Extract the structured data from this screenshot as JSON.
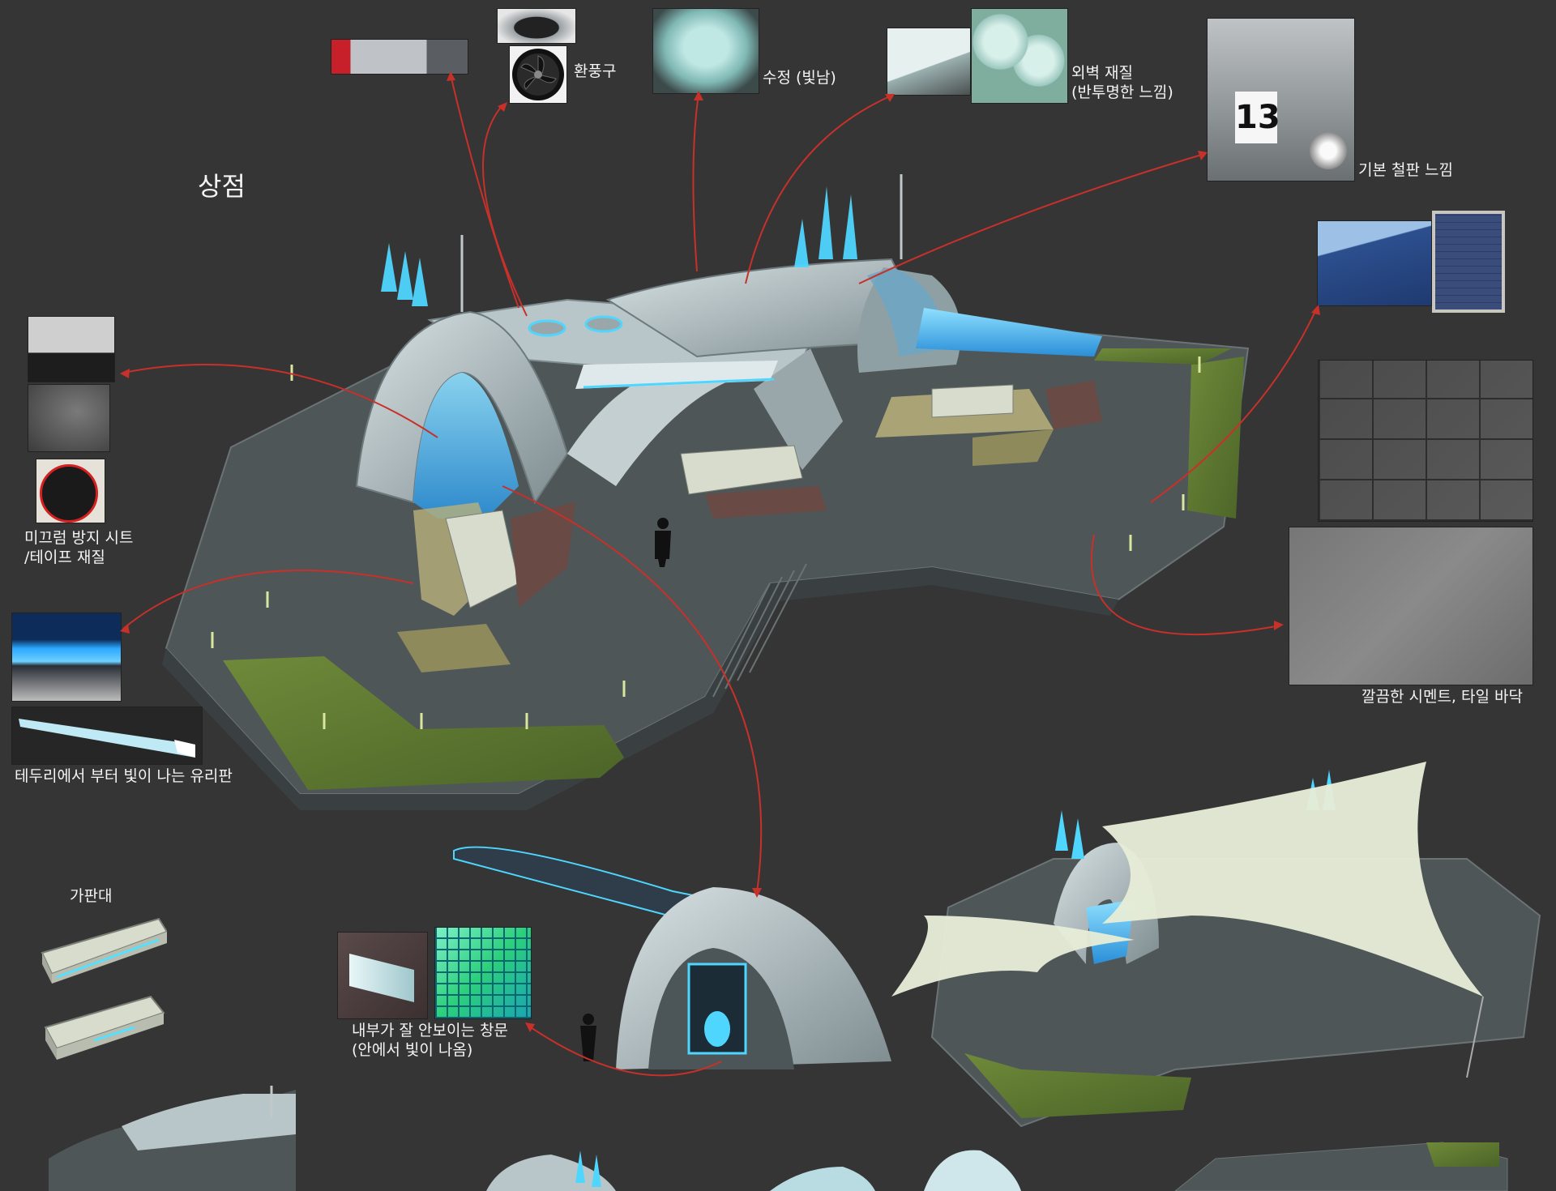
{
  "title": "상점",
  "labels": {
    "vent": "환풍구",
    "crystal": "수정 (빛남)",
    "wall_line1": "외벽 재질",
    "wall_line2": "(반투명한 느낌)",
    "plate_number": "13",
    "steel": "기본 철판 느낌",
    "antislip_line1": "미끄럼 방지 시트",
    "antislip_line2": "/테이프 재질",
    "floor": "깔끔한 시멘트, 타일 바닥",
    "glass": "테두리에서 부터 빛이 나는 유리판",
    "stall": "가판대",
    "window_line1": "내부가 잘 안보이는 창문",
    "window_line2": "(안에서 빛이 나옴)"
  },
  "colors": {
    "background": "#353535",
    "arrow": "#c8302a",
    "glow": "#4ad6ff",
    "platform": "#4e5557",
    "grass": "#5d7a32",
    "canopy": "#e6ecd6"
  }
}
